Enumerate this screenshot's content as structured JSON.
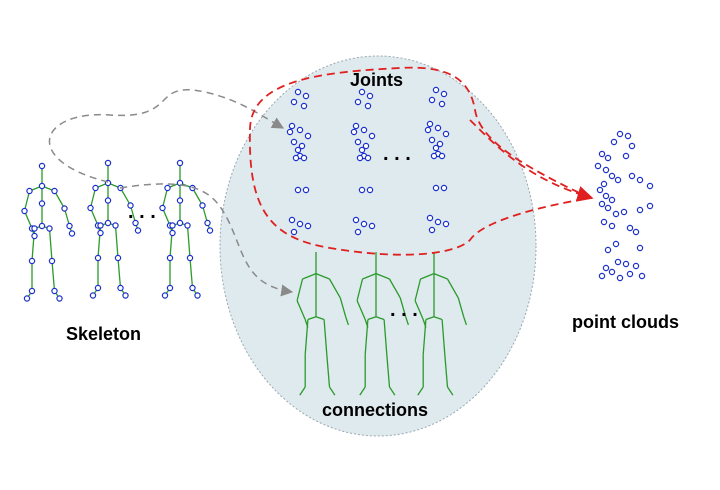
{
  "labels": {
    "skeleton": "Skeleton",
    "joints": "Joints",
    "connections": "connections",
    "point_clouds": "point clouds",
    "ellipsis": ". . ."
  },
  "colors": {
    "ellipse_fill": "#deeaee",
    "ellipse_stroke": "#9aa8b0",
    "joint": "#1a2fcc",
    "bone": "#2a9a2a",
    "grey_arrow": "#8a8a8a",
    "red_arrow": "#e02020"
  }
}
